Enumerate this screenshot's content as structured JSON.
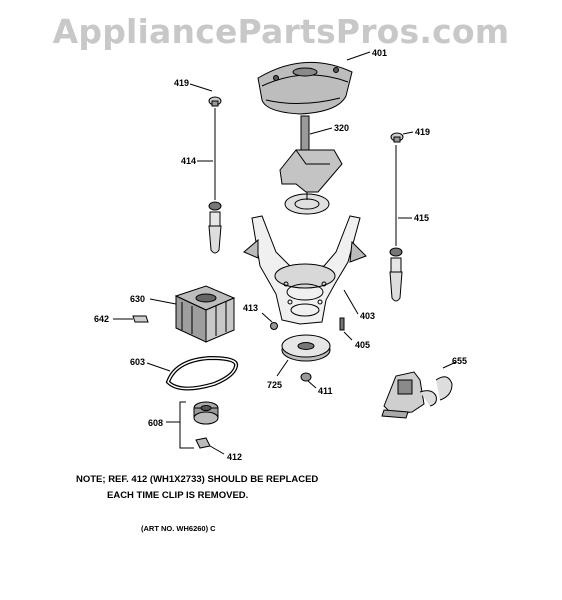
{
  "watermark": "AppliancePartsPros.com",
  "callouts": {
    "p401": "401",
    "p419_left": "419",
    "p419_right": "419",
    "p320": "320",
    "p414": "414",
    "p415": "415",
    "p630": "630",
    "p642": "642",
    "p413": "413",
    "p403": "403",
    "p405": "405",
    "p603": "603",
    "p725": "725",
    "p411": "411",
    "p655": "655",
    "p608": "608",
    "p412": "412"
  },
  "note": {
    "line1": "NOTE; REF. 412 (WH1X2733) SHOULD BE REPLACED",
    "line2": "EACH TIME CLIP IS REMOVED."
  },
  "art_number": "(ART NO. WH6260) C"
}
